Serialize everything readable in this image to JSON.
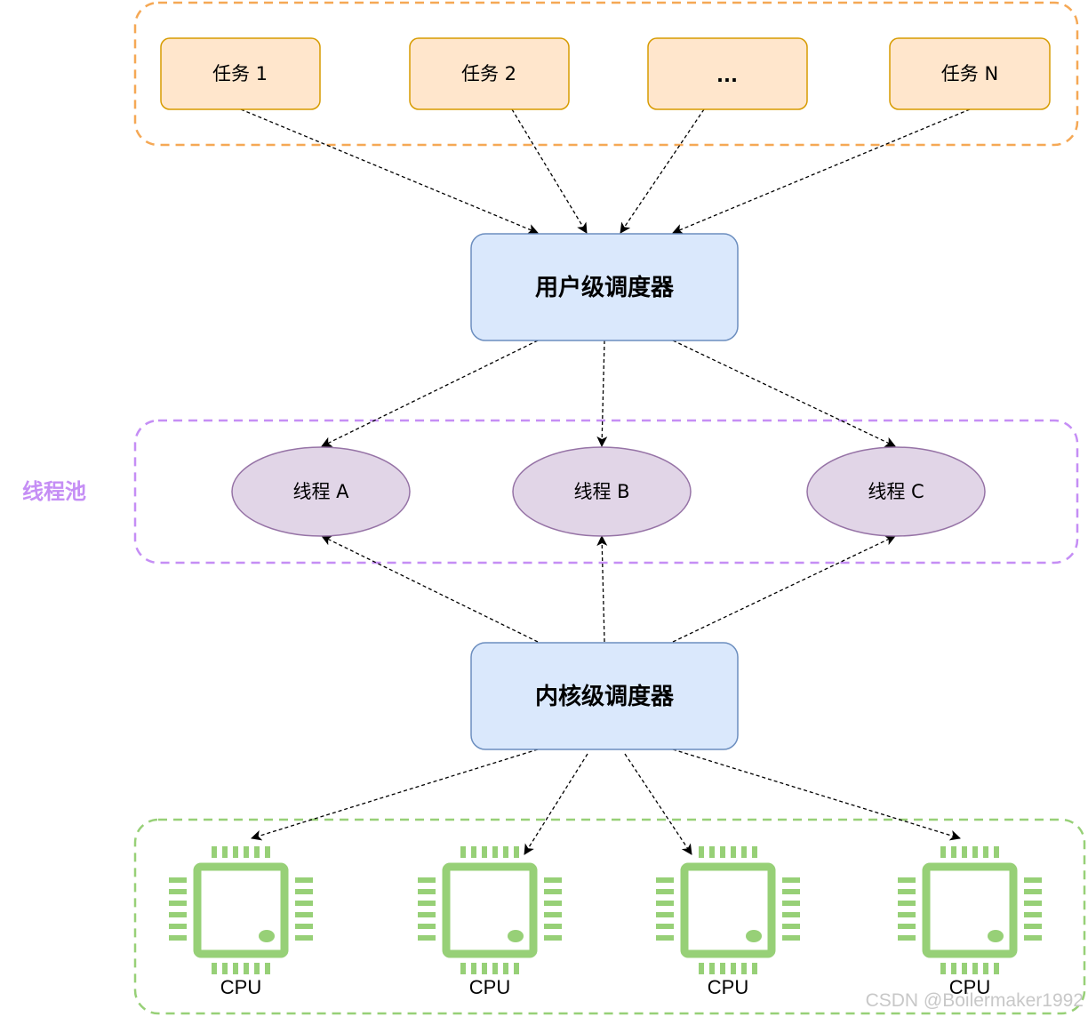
{
  "tasks": [
    {
      "label": "任务 1"
    },
    {
      "label": "任务 2"
    },
    {
      "label": "..."
    },
    {
      "label": "任务 N"
    }
  ],
  "user_scheduler": {
    "label": "用户级调度器"
  },
  "thread_pool": {
    "label": "线程池"
  },
  "threads": [
    {
      "label": "线程 A"
    },
    {
      "label": "线程 B"
    },
    {
      "label": "线程 C"
    }
  ],
  "kernel_scheduler": {
    "label": "内核级调度器"
  },
  "cpus": [
    {
      "label": "CPU"
    },
    {
      "label": "CPU"
    },
    {
      "label": "CPU"
    },
    {
      "label": "CPU"
    }
  ],
  "watermark": "CSDN @Boilermaker1992",
  "colors": {
    "task_fill": "#ffe6cc",
    "task_stroke": "#d79b00",
    "task_group": "#f5a855",
    "scheduler_fill": "#dae8fc",
    "scheduler_stroke": "#6c8ebf",
    "thread_fill": "#e1d5e7",
    "thread_stroke": "#9673a6",
    "thread_group": "#c58ef5",
    "cpu_color": "#97d077",
    "cpu_group": "#97d077"
  },
  "icons": [
    "cpu-chip-icon"
  ]
}
